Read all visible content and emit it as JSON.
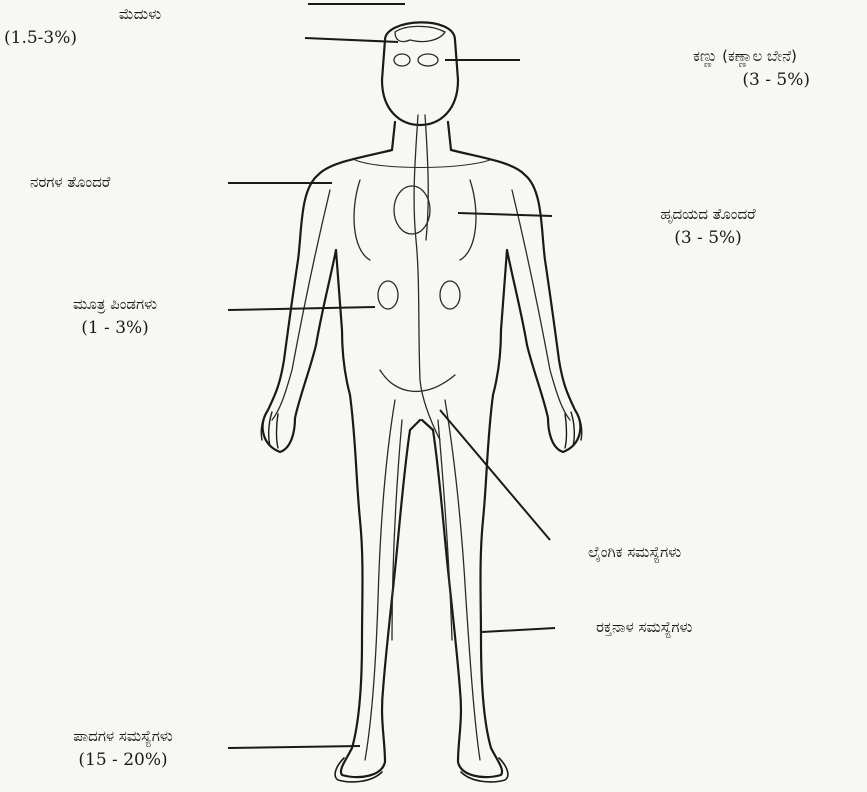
{
  "labels": {
    "brain": {
      "name": "ಮೆದುಳು",
      "percent": "(1.5-3%)"
    },
    "eye": {
      "name": "ಕಣ್ಣು (ಕಣ್ಣಾಲ ಬೇನೆ)",
      "percent": "(3 - 5%)"
    },
    "nerves": {
      "name": "ನರಗಳ ತೊಂದರೆ"
    },
    "heart": {
      "name": "ಹೃದಯದ ತೊಂದರೆ",
      "percent": "(3 - 5%)"
    },
    "kidneys": {
      "name": "ಮೂತ್ರ ಪಿಂಡಗಳು",
      "percent": "(1 - 3%)"
    },
    "sexual": {
      "name": "ಲೈಂಗಿಕ ಸಮಸ್ಯೆಗಳು"
    },
    "vascular": {
      "name": "ರಕ್ತನಾಳ ಸಮಸ್ಯೆಗಳು"
    },
    "feet": {
      "name": "ಪಾದಗಳ ಸಮಸ್ಯೆಗಳು",
      "percent": "(15 - 20%)"
    }
  },
  "colors": {
    "ink": "#1a1a1a",
    "paper": "#f7f7f4"
  }
}
